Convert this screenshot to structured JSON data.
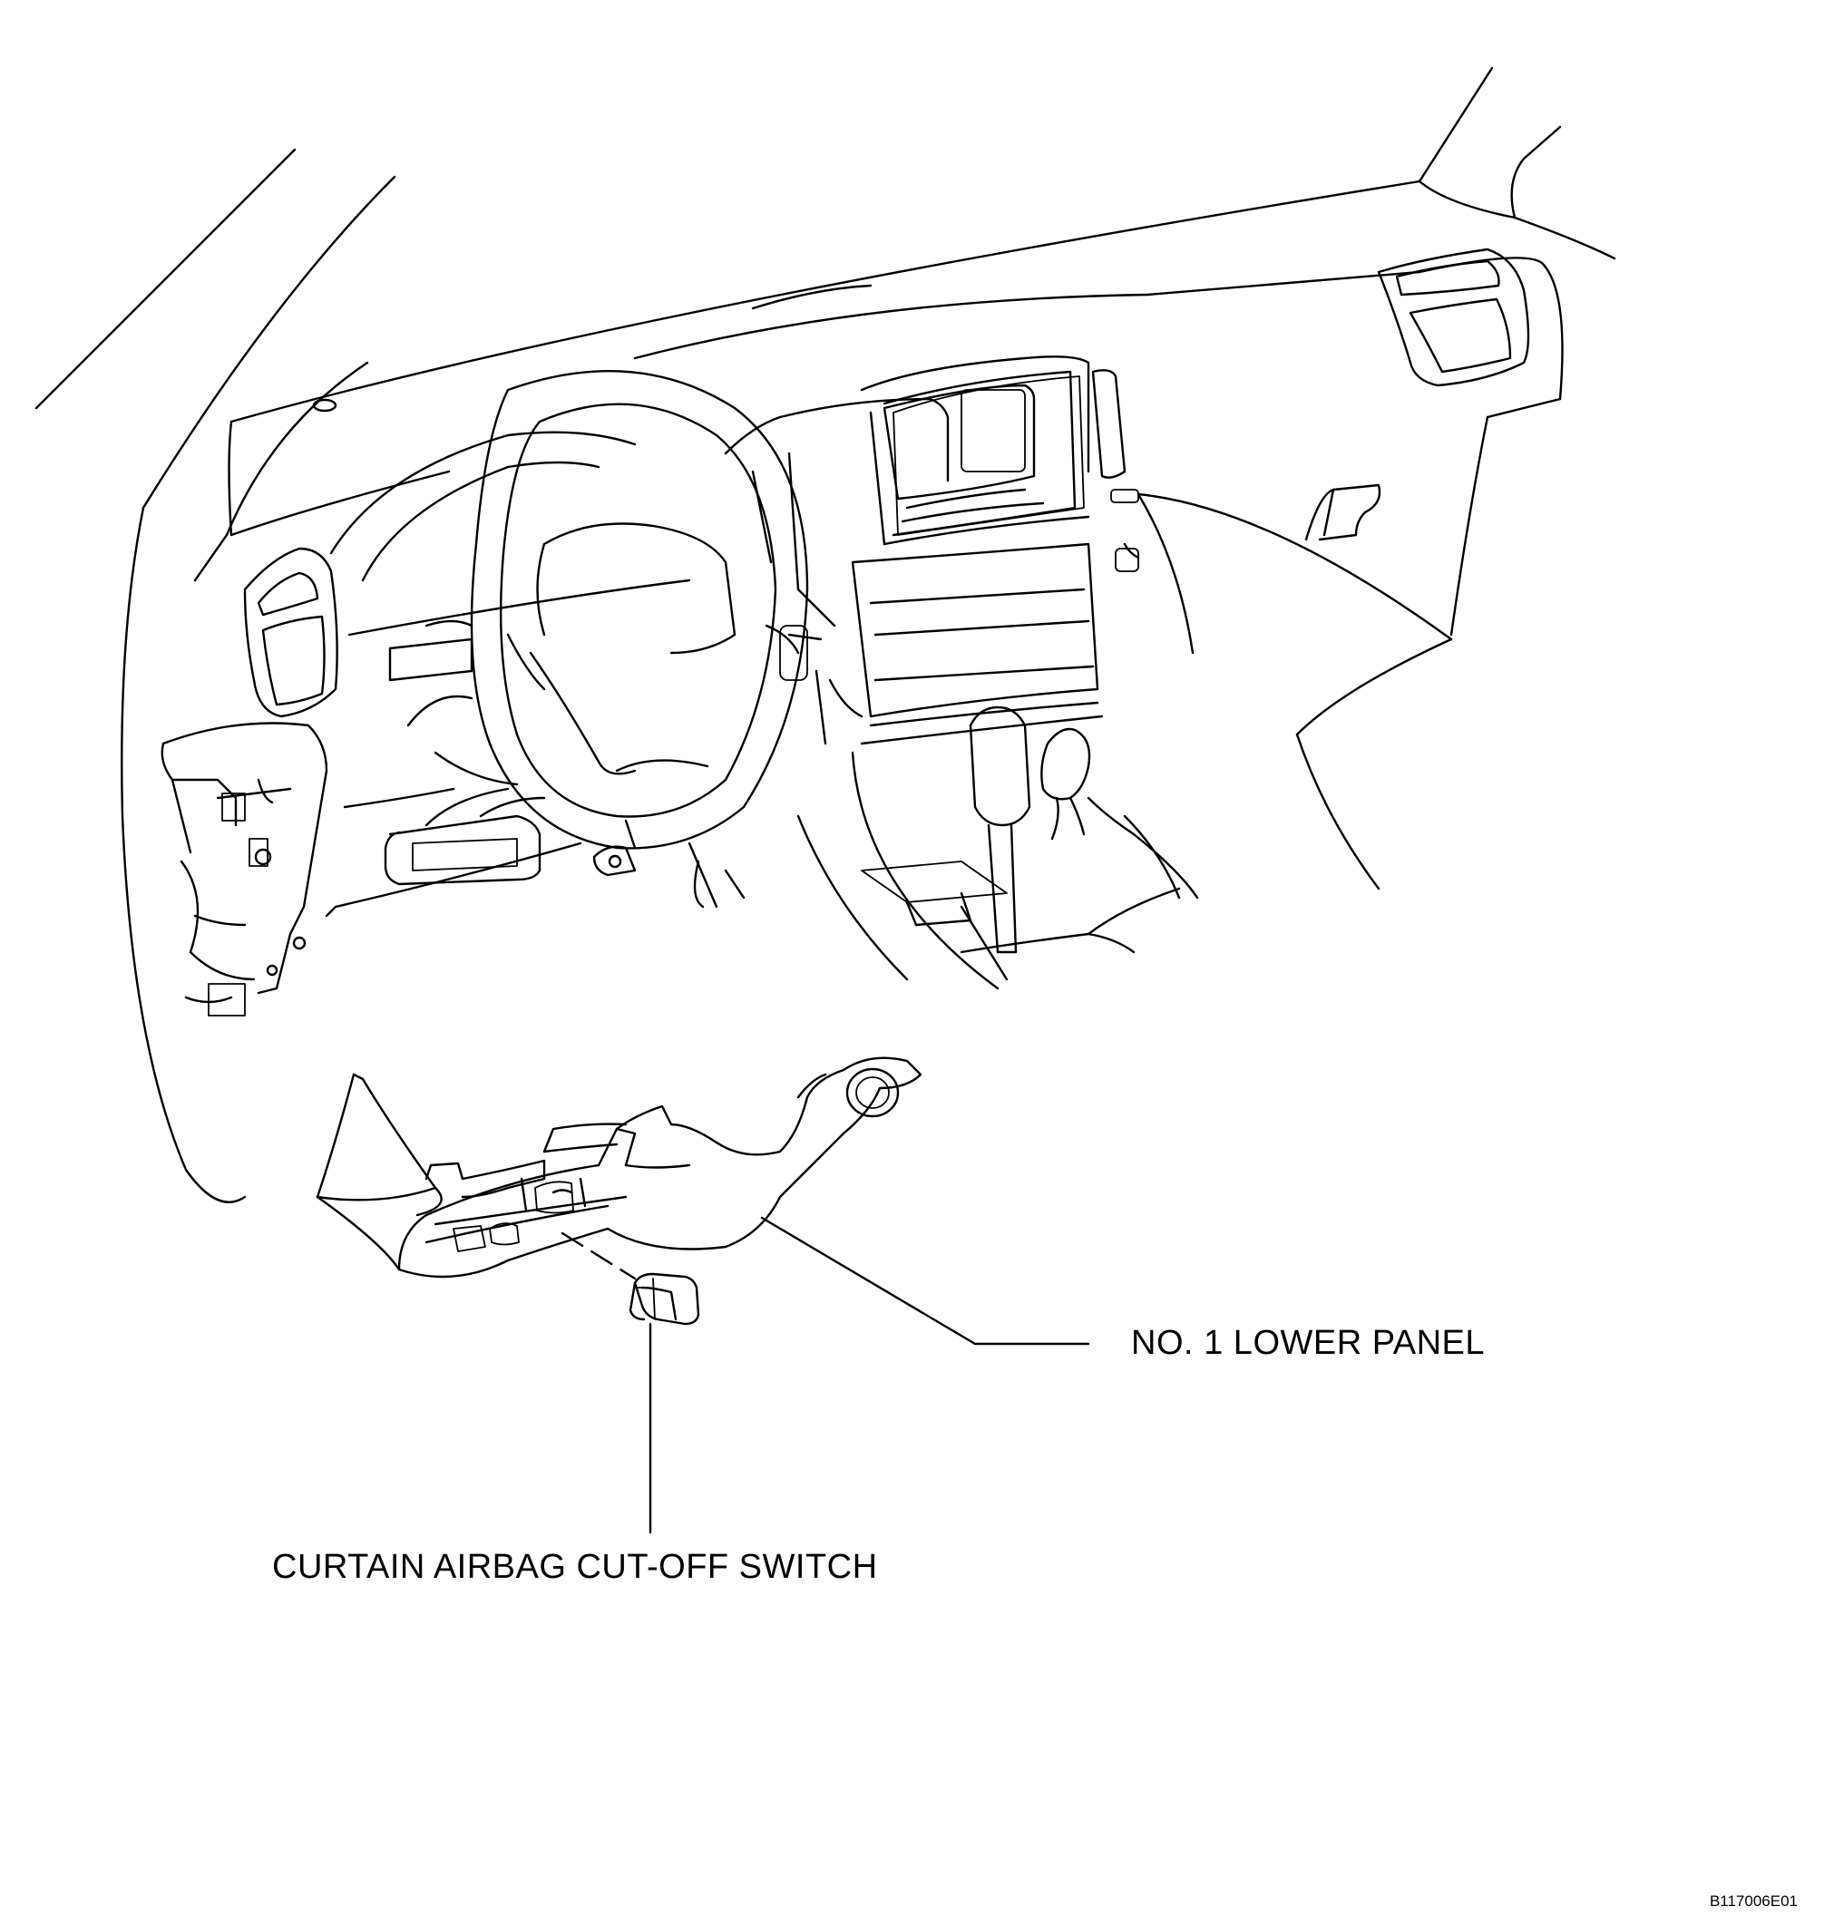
{
  "labels": {
    "lower_panel": "NO. 1 LOWER PANEL",
    "airbag_switch": "CURTAIN AIRBAG CUT-OFF SWITCH"
  },
  "figure_code": "B117006E01",
  "colors": {
    "line": "#000000",
    "background": "#ffffff"
  }
}
